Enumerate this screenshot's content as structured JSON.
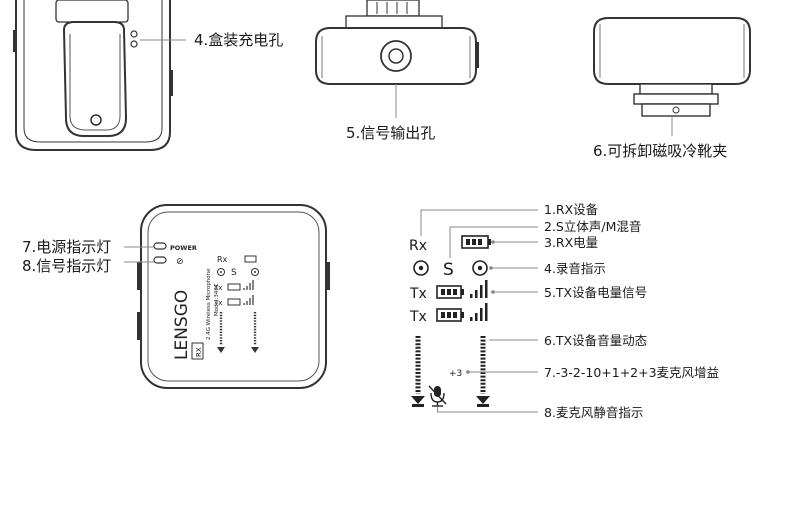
{
  "labels": {
    "charge_port": "4.盒装充电孔",
    "signal_out": "5.信号输出孔",
    "cold_shoe": "6.可拆卸磁吸冷靴夹",
    "power_led": "7.电源指示灯",
    "signal_led": "8.信号指示灯",
    "rx_device": "1.RX设备",
    "stereo_mix": "2.S立体声/M混音",
    "rx_battery": "3.RX电量",
    "rec_indicator": "4.录音指示",
    "tx_battery_signal": "5.TX设备电量信号",
    "tx_volume": "6.TX设备音量动态",
    "mic_gain": "7.-3-2-10+1+2+3麦克风增益",
    "mute_indicator": "8.麦克风静音指示"
  },
  "device": {
    "power_text": "POWER",
    "brand": "LENSGO",
    "rx_badge": "RX",
    "subtitle": "2.4G Wireless Microphone",
    "model": "Model:348C",
    "rx": "Rx",
    "s": "S",
    "tx": "Tx"
  },
  "display": {
    "rx": "Rx",
    "s": "S",
    "tx1": "Tx",
    "tx2": "Tx",
    "gain": "+3"
  }
}
